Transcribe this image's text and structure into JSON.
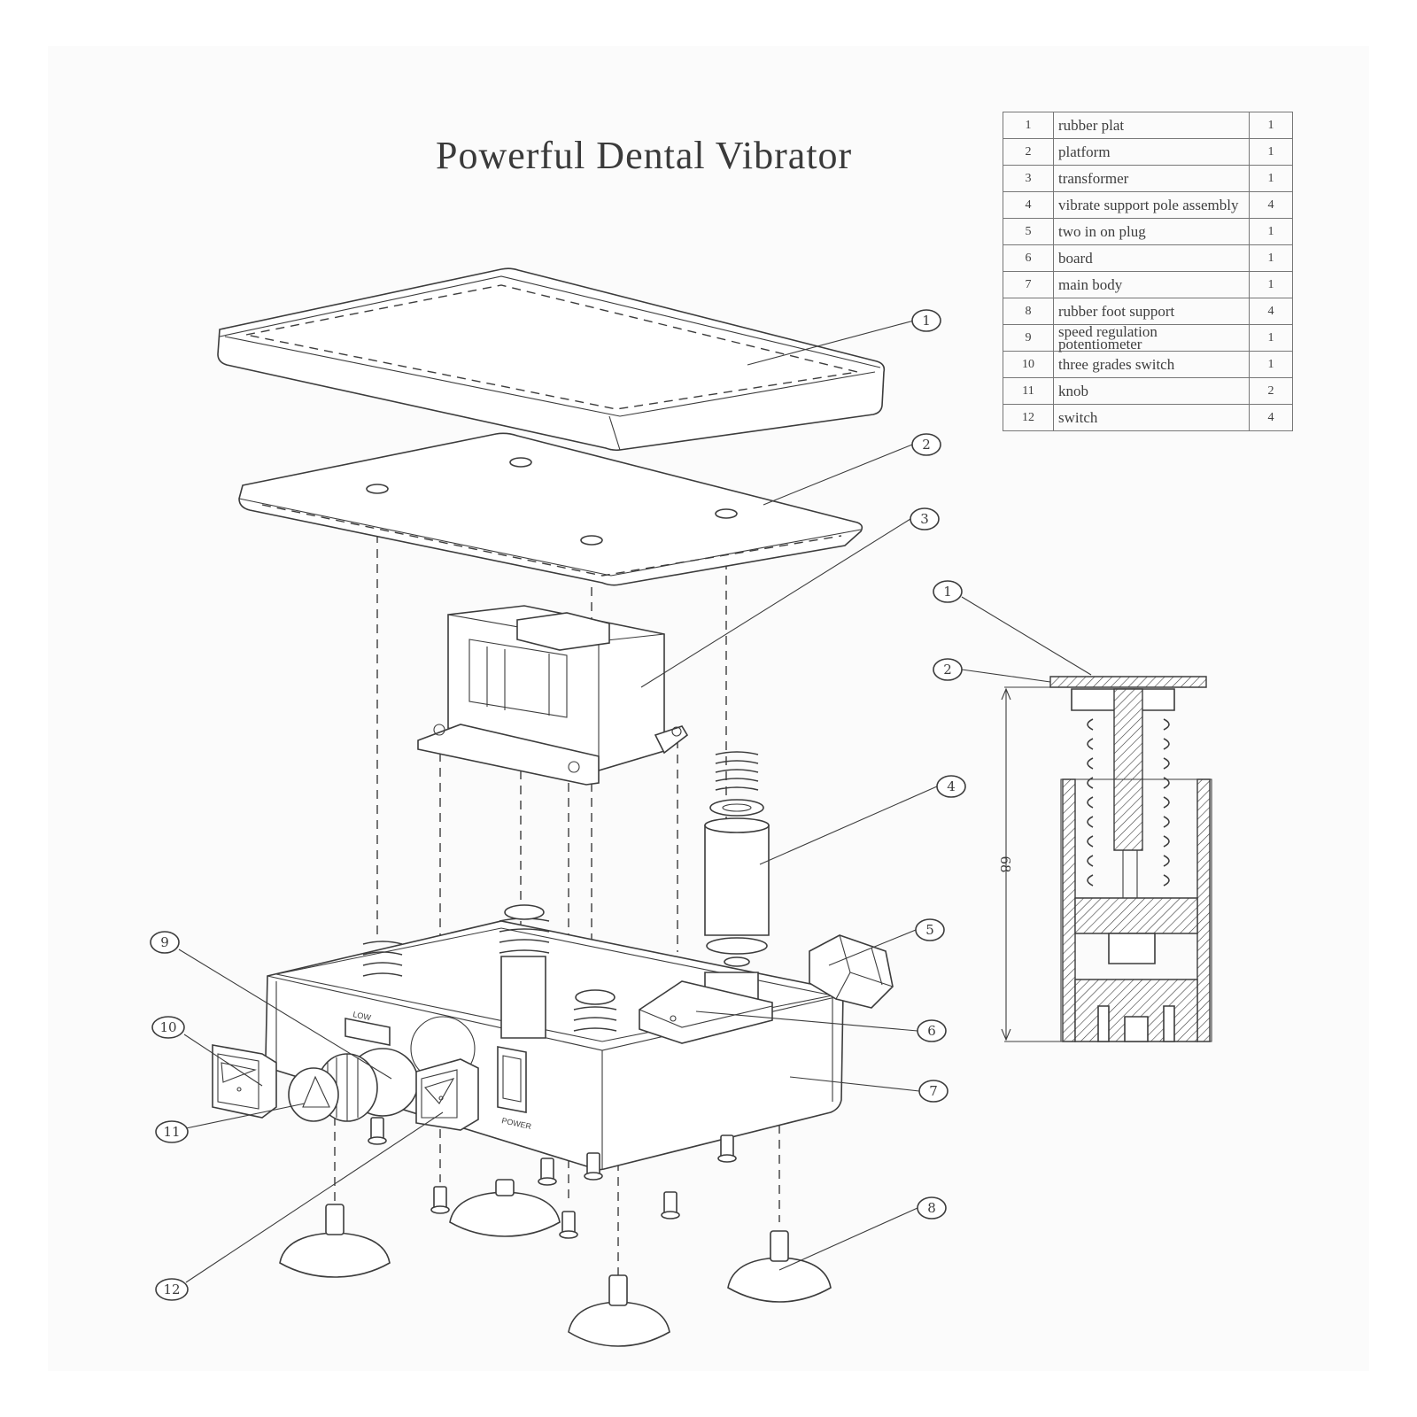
{
  "title": "Powerful Dental Vibrator",
  "parts": [
    {
      "no": "1",
      "name": "rubber plat",
      "qty": "1"
    },
    {
      "no": "2",
      "name": "platform",
      "qty": "1"
    },
    {
      "no": "3",
      "name": "transformer",
      "qty": "1"
    },
    {
      "no": "4",
      "name": "vibrate support pole assembly",
      "qty": "4"
    },
    {
      "no": "5",
      "name": "two in on plug",
      "qty": "1"
    },
    {
      "no": "6",
      "name": "board",
      "qty": "1"
    },
    {
      "no": "7",
      "name": "main body",
      "qty": "1"
    },
    {
      "no": "8",
      "name": "rubber foot support",
      "qty": "4"
    },
    {
      "no": "9",
      "name": "speed regulation potentiometer",
      "qty": "1"
    },
    {
      "no": "10",
      "name": "three grades switch",
      "qty": "1"
    },
    {
      "no": "11",
      "name": "knob",
      "qty": "2"
    },
    {
      "no": "12",
      "name": "switch",
      "qty": "4"
    }
  ],
  "callouts": {
    "main": [
      "1",
      "2",
      "3",
      "4",
      "5",
      "6",
      "7",
      "8",
      "9",
      "10",
      "11",
      "12"
    ],
    "detail": [
      "1",
      "2"
    ]
  },
  "dimension": "68",
  "panel_labels": {
    "low": "LOW",
    "power": "POWER"
  }
}
